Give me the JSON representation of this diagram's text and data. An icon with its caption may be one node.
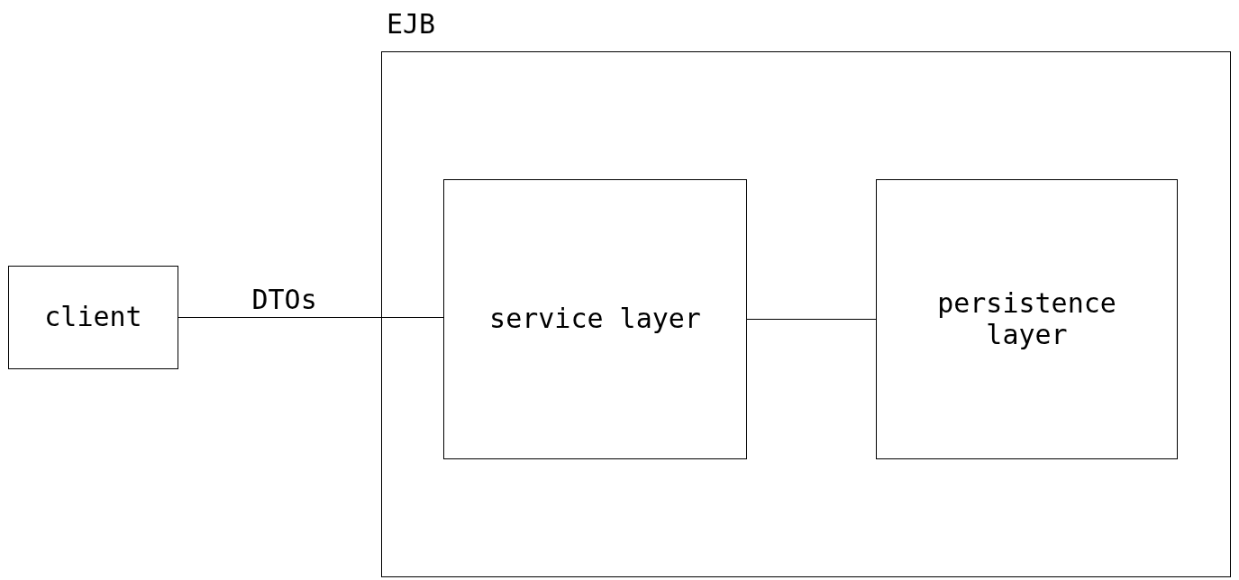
{
  "diagram": {
    "nodes": [
      {
        "text": [
          "EJB"
        ]
      },
      {
        "text": [
          "client"
        ]
      },
      {
        "text": [
          "service layer"
        ],
        "in": 0
      },
      {
        "text": [
          "persistence layer"
        ],
        "in": 0
      }
    ],
    "edges": [
      {
        "from": 1,
        "to": 2,
        "arrow": "none",
        "label": "DTOs"
      },
      {
        "from": 2,
        "to": 3,
        "arrow": "none"
      }
    ]
  }
}
